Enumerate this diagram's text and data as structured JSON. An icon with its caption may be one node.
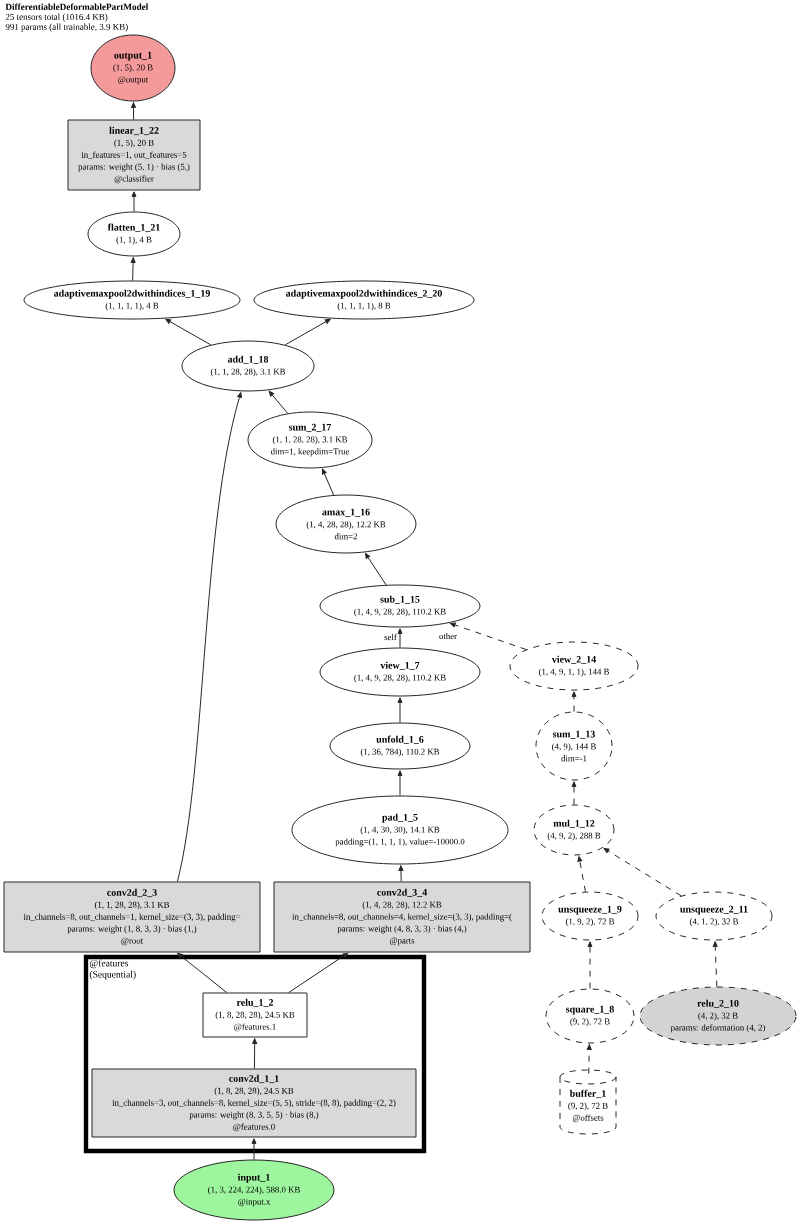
{
  "diagram": {
    "title": "DifferentiableDeformablePartModel",
    "labels": [
      "25 tensors total (1016.4 KB)",
      "991 params (all trainable, 3.9 KB)"
    ],
    "nodes": [
      {
        "text": [
          "output_1",
          "(1, 5), 20 B",
          "@output"
        ]
      },
      {
        "text": [
          "linear_1_22",
          "(1, 5), 20 B",
          "in_features=1, out_features=5",
          "params: weight (5, 1) · bias (5,)",
          "@classifier"
        ]
      },
      {
        "text": [
          "flatten_1_21",
          "(1, 1), 4 B"
        ]
      },
      {
        "text": [
          "adaptivemaxpool2dwithindices_1_19",
          "(1, 1, 1, 1), 4 B"
        ]
      },
      {
        "text": [
          "adaptivemaxpool2dwithindices_2_20",
          "(1, 1, 1, 1), 8 B"
        ]
      },
      {
        "text": [
          "add_1_18",
          "(1, 1, 28, 28), 3.1 KB"
        ]
      },
      {
        "text": [
          "sum_2_17",
          "(1, 1, 28, 28), 3.1 KB",
          "dim=1, keepdim=True"
        ]
      },
      {
        "text": [
          "amax_1_16",
          "(1, 4, 28, 28), 12.2 KB",
          "dim=2"
        ]
      },
      {
        "text": [
          "sub_1_15",
          "(1, 4, 9, 28, 28), 110.2 KB"
        ]
      },
      {
        "text": [
          "view_1_7",
          "(1, 4, 9, 28, 28), 110.2 KB"
        ]
      },
      {
        "text": [
          "view_2_14",
          "(1, 4, 9, 1, 1), 144 B"
        ]
      },
      {
        "text": [
          "unfold_1_6",
          "(1, 36, 784), 110.2 KB"
        ]
      },
      {
        "text": [
          "sum_1_13",
          "(4, 9), 144 B",
          "dim=-1"
        ]
      },
      {
        "text": [
          "pad_1_5",
          "(1, 4, 30, 30), 14.1 KB",
          "padding=(1, 1, 1, 1), value=-10000.0"
        ]
      },
      {
        "text": [
          "mul_1_12",
          "(4, 9, 2), 288 B"
        ]
      },
      {
        "text": [
          "conv2d_2_3",
          "(1, 1, 28, 28), 3.1 KB",
          "in_channels=8, out_channels=1, kernel_size=(3, 3), padding=",
          "params: weight (1, 8, 3, 3) · bias (1,)",
          "@root"
        ]
      },
      {
        "text": [
          "conv2d_3_4",
          "(1, 4, 28, 28), 12.2 KB",
          "in_channels=8, out_channels=4, kernel_size=(3, 3), padding=(",
          "params: weight (4, 8, 3, 3) · bias (4,)",
          "@parts"
        ]
      },
      {
        "text": [
          "unsqueeze_1_9",
          "(1, 9, 2), 72 B"
        ]
      },
      {
        "text": [
          "unsqueeze_2_11",
          "(4, 1, 2), 32 B"
        ]
      },
      {
        "text": [
          "@features",
          "(Sequential)"
        ]
      },
      {
        "text": [
          "relu_1_2",
          "(1, 8, 28, 28), 24.5 KB",
          "@features.1"
        ],
        "in": 19
      },
      {
        "text": [
          "square_1_8",
          "(9, 2), 72 B"
        ]
      },
      {
        "text": [
          "relu_2_10",
          "(4, 2), 32 B",
          "params: deformation (4, 2)"
        ]
      },
      {
        "text": [
          "conv2d_1_1",
          "(1, 8, 28, 28), 24.5 KB",
          "in_channels=3, out_channels=8, kernel_size=(5, 5), stride=(8, 8), padding=(2, 2)",
          "params: weight (8, 3, 5, 5) · bias (8,)",
          "@features.0"
        ],
        "in": 19
      },
      {
        "text": [
          "buffer_1",
          "(9, 2), 72 B",
          "@offsets"
        ]
      },
      {
        "text": [
          "input_1",
          "(1, 3, 224, 224), 588.0 KB",
          "@input.x"
        ]
      }
    ],
    "edges": [
      {
        "from": 25,
        "to": 23,
        "arrow": "to"
      },
      {
        "from": 23,
        "to": 20,
        "arrow": "to"
      },
      {
        "from": 20,
        "to": 15,
        "arrow": "to"
      },
      {
        "from": 20,
        "to": 16,
        "arrow": "to"
      },
      {
        "from": 15,
        "to": 5,
        "arrow": "to"
      },
      {
        "from": 16,
        "to": 13,
        "arrow": "to"
      },
      {
        "from": 13,
        "to": 11,
        "arrow": "to"
      },
      {
        "from": 11,
        "to": 9,
        "arrow": "to"
      },
      {
        "from": 9,
        "to": 8,
        "arrow": "to",
        "label": "self"
      },
      {
        "from": 10,
        "to": 8,
        "arrow": "to",
        "label": "other",
        "style": "dashed"
      },
      {
        "from": 8,
        "to": 7,
        "arrow": "to"
      },
      {
        "from": 7,
        "to": 6,
        "arrow": "to"
      },
      {
        "from": 6,
        "to": 5,
        "arrow": "to"
      },
      {
        "from": 5,
        "to": 3,
        "arrow": "to"
      },
      {
        "from": 5,
        "to": 4,
        "arrow": "to"
      },
      {
        "from": 3,
        "to": 2,
        "arrow": "to"
      },
      {
        "from": 2,
        "to": 1,
        "arrow": "to"
      },
      {
        "from": 1,
        "to": 0,
        "arrow": "to"
      },
      {
        "from": 24,
        "to": 21,
        "arrow": "to",
        "style": "dashed"
      },
      {
        "from": 21,
        "to": 17,
        "arrow": "to",
        "style": "dashed"
      },
      {
        "from": 17,
        "to": 14,
        "arrow": "to",
        "style": "dashed"
      },
      {
        "from": 22,
        "to": 18,
        "arrow": "to",
        "style": "dashed"
      },
      {
        "from": 18,
        "to": 14,
        "arrow": "to",
        "style": "dashed"
      },
      {
        "from": 14,
        "to": 12,
        "arrow": "to",
        "style": "dashed"
      },
      {
        "from": 12,
        "to": 10,
        "arrow": "to",
        "style": "dashed"
      }
    ]
  }
}
